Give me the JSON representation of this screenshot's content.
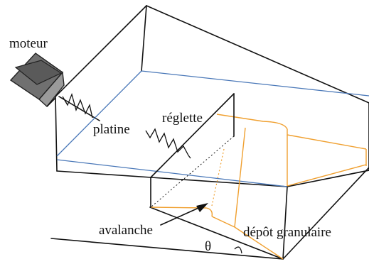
{
  "labels": {
    "moteur": "moteur",
    "platine": "platine",
    "reglette": "réglette",
    "avalanche": "avalanche",
    "depot": "dépôt granulaire",
    "theta": "θ"
  },
  "colors": {
    "outline": "#111111",
    "blue_edges": "#4a78b8",
    "deposit": "#f0a030",
    "motor_fill": "#707070"
  }
}
